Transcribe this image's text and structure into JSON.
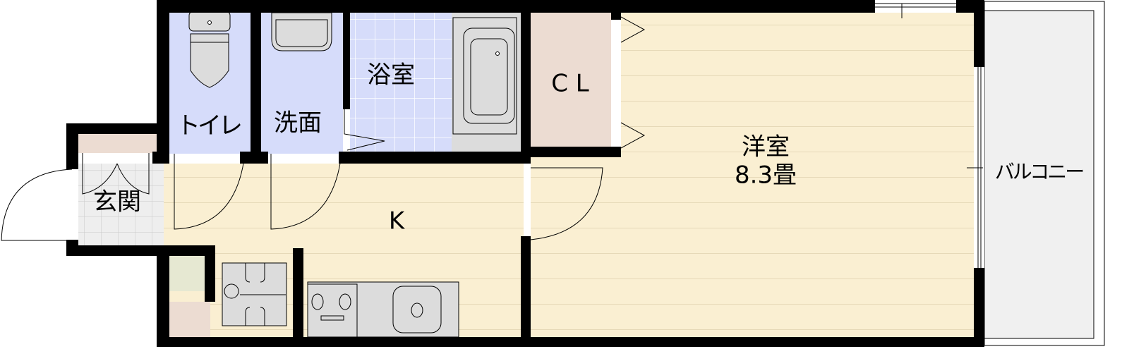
{
  "floorplan": {
    "rooms": {
      "toilet": "トイレ",
      "washroom": "洗面",
      "bathroom": "浴室",
      "closet": "C L",
      "western_room": "洋室",
      "western_room_size": "8.3畳",
      "balcony": "バルコニー",
      "entrance": "玄関",
      "kitchen": "K"
    },
    "colors": {
      "wet_area": "#d6dcfa",
      "floor": "#faefd2",
      "closet": "#ecdcd2",
      "entrance": "#eeeeee",
      "balcony": "#f0f0f0",
      "walls": "#000000"
    }
  }
}
